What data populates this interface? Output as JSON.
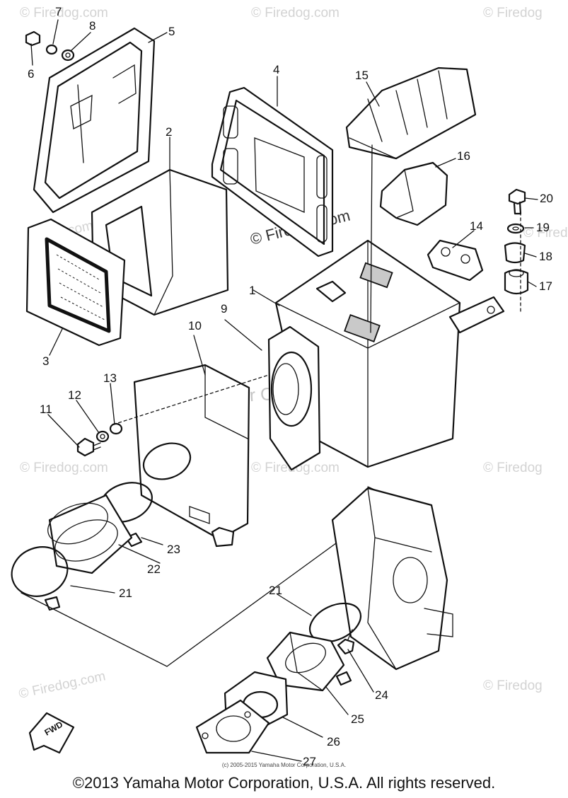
{
  "watermark": {
    "site": "© Firedog.com",
    "site_partial_right": "© Firedog",
    "site_partial_left": "g.com",
    "site_center": "© Firedog.com",
    "manufacturer": "Yamaha Motor Corp., U.S.A."
  },
  "callouts": [
    "1",
    "2",
    "3",
    "4",
    "5",
    "6",
    "7",
    "8",
    "9",
    "10",
    "11",
    "12",
    "13",
    "14",
    "15",
    "16",
    "17",
    "18",
    "19",
    "20",
    "21",
    "22",
    "23",
    "24",
    "25",
    "26",
    "27"
  ],
  "fwd_label": "FWD",
  "footer": {
    "small": "(c) 2005-2015 Yamaha Motor Corporation, U.S.A.",
    "copyright": "©2013 Yamaha Motor Corporation, U.S.A. All rights reserved."
  }
}
